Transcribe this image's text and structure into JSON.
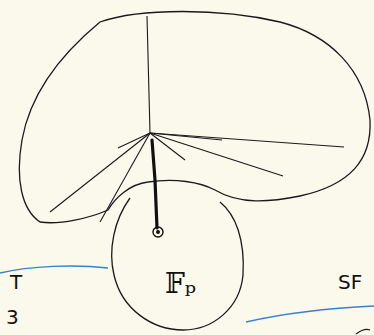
{
  "diagram": {
    "nodes": [
      {
        "text": [
          "𝔽ₚ"
        ]
      }
    ],
    "labels": [
      "T",
      "3",
      "SF"
    ]
  }
}
